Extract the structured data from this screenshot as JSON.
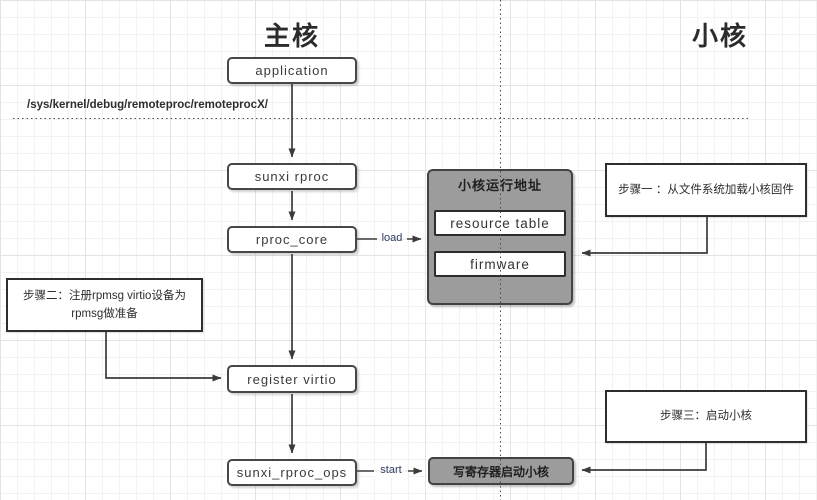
{
  "diagram": {
    "left_title": "主核",
    "right_title": "小核",
    "path_label": "/sys/kernel/debug/remoteproc/remoteprocX/",
    "nodes": {
      "application": "application",
      "sunxi_rproc": "sunxi rproc",
      "rproc_core": "rproc_core",
      "register_virtio": "register virtio",
      "sunxi_rproc_ops": "sunxi_rproc_ops"
    },
    "memory_region": {
      "title": "小核运行地址",
      "resource_table": "resource table",
      "firmware": "firmware"
    },
    "start_node": "写寄存器启动小核",
    "edge_labels": {
      "load": "load",
      "start": "start"
    },
    "steps": {
      "one": "步骤一 ：从文件系统加载小核固件",
      "two_line1": "步骤二：注册rpmsg virtio设备为",
      "two_line2": "rpmsg做准备",
      "three": "步骤三：启动小核"
    },
    "colors": {
      "node_border": "#474747",
      "memory_fill": "#9c9c9c",
      "connector": "#3b3b3b",
      "grid_minor": "#f2f2f2",
      "grid_major": "#e3e3e3"
    }
  }
}
